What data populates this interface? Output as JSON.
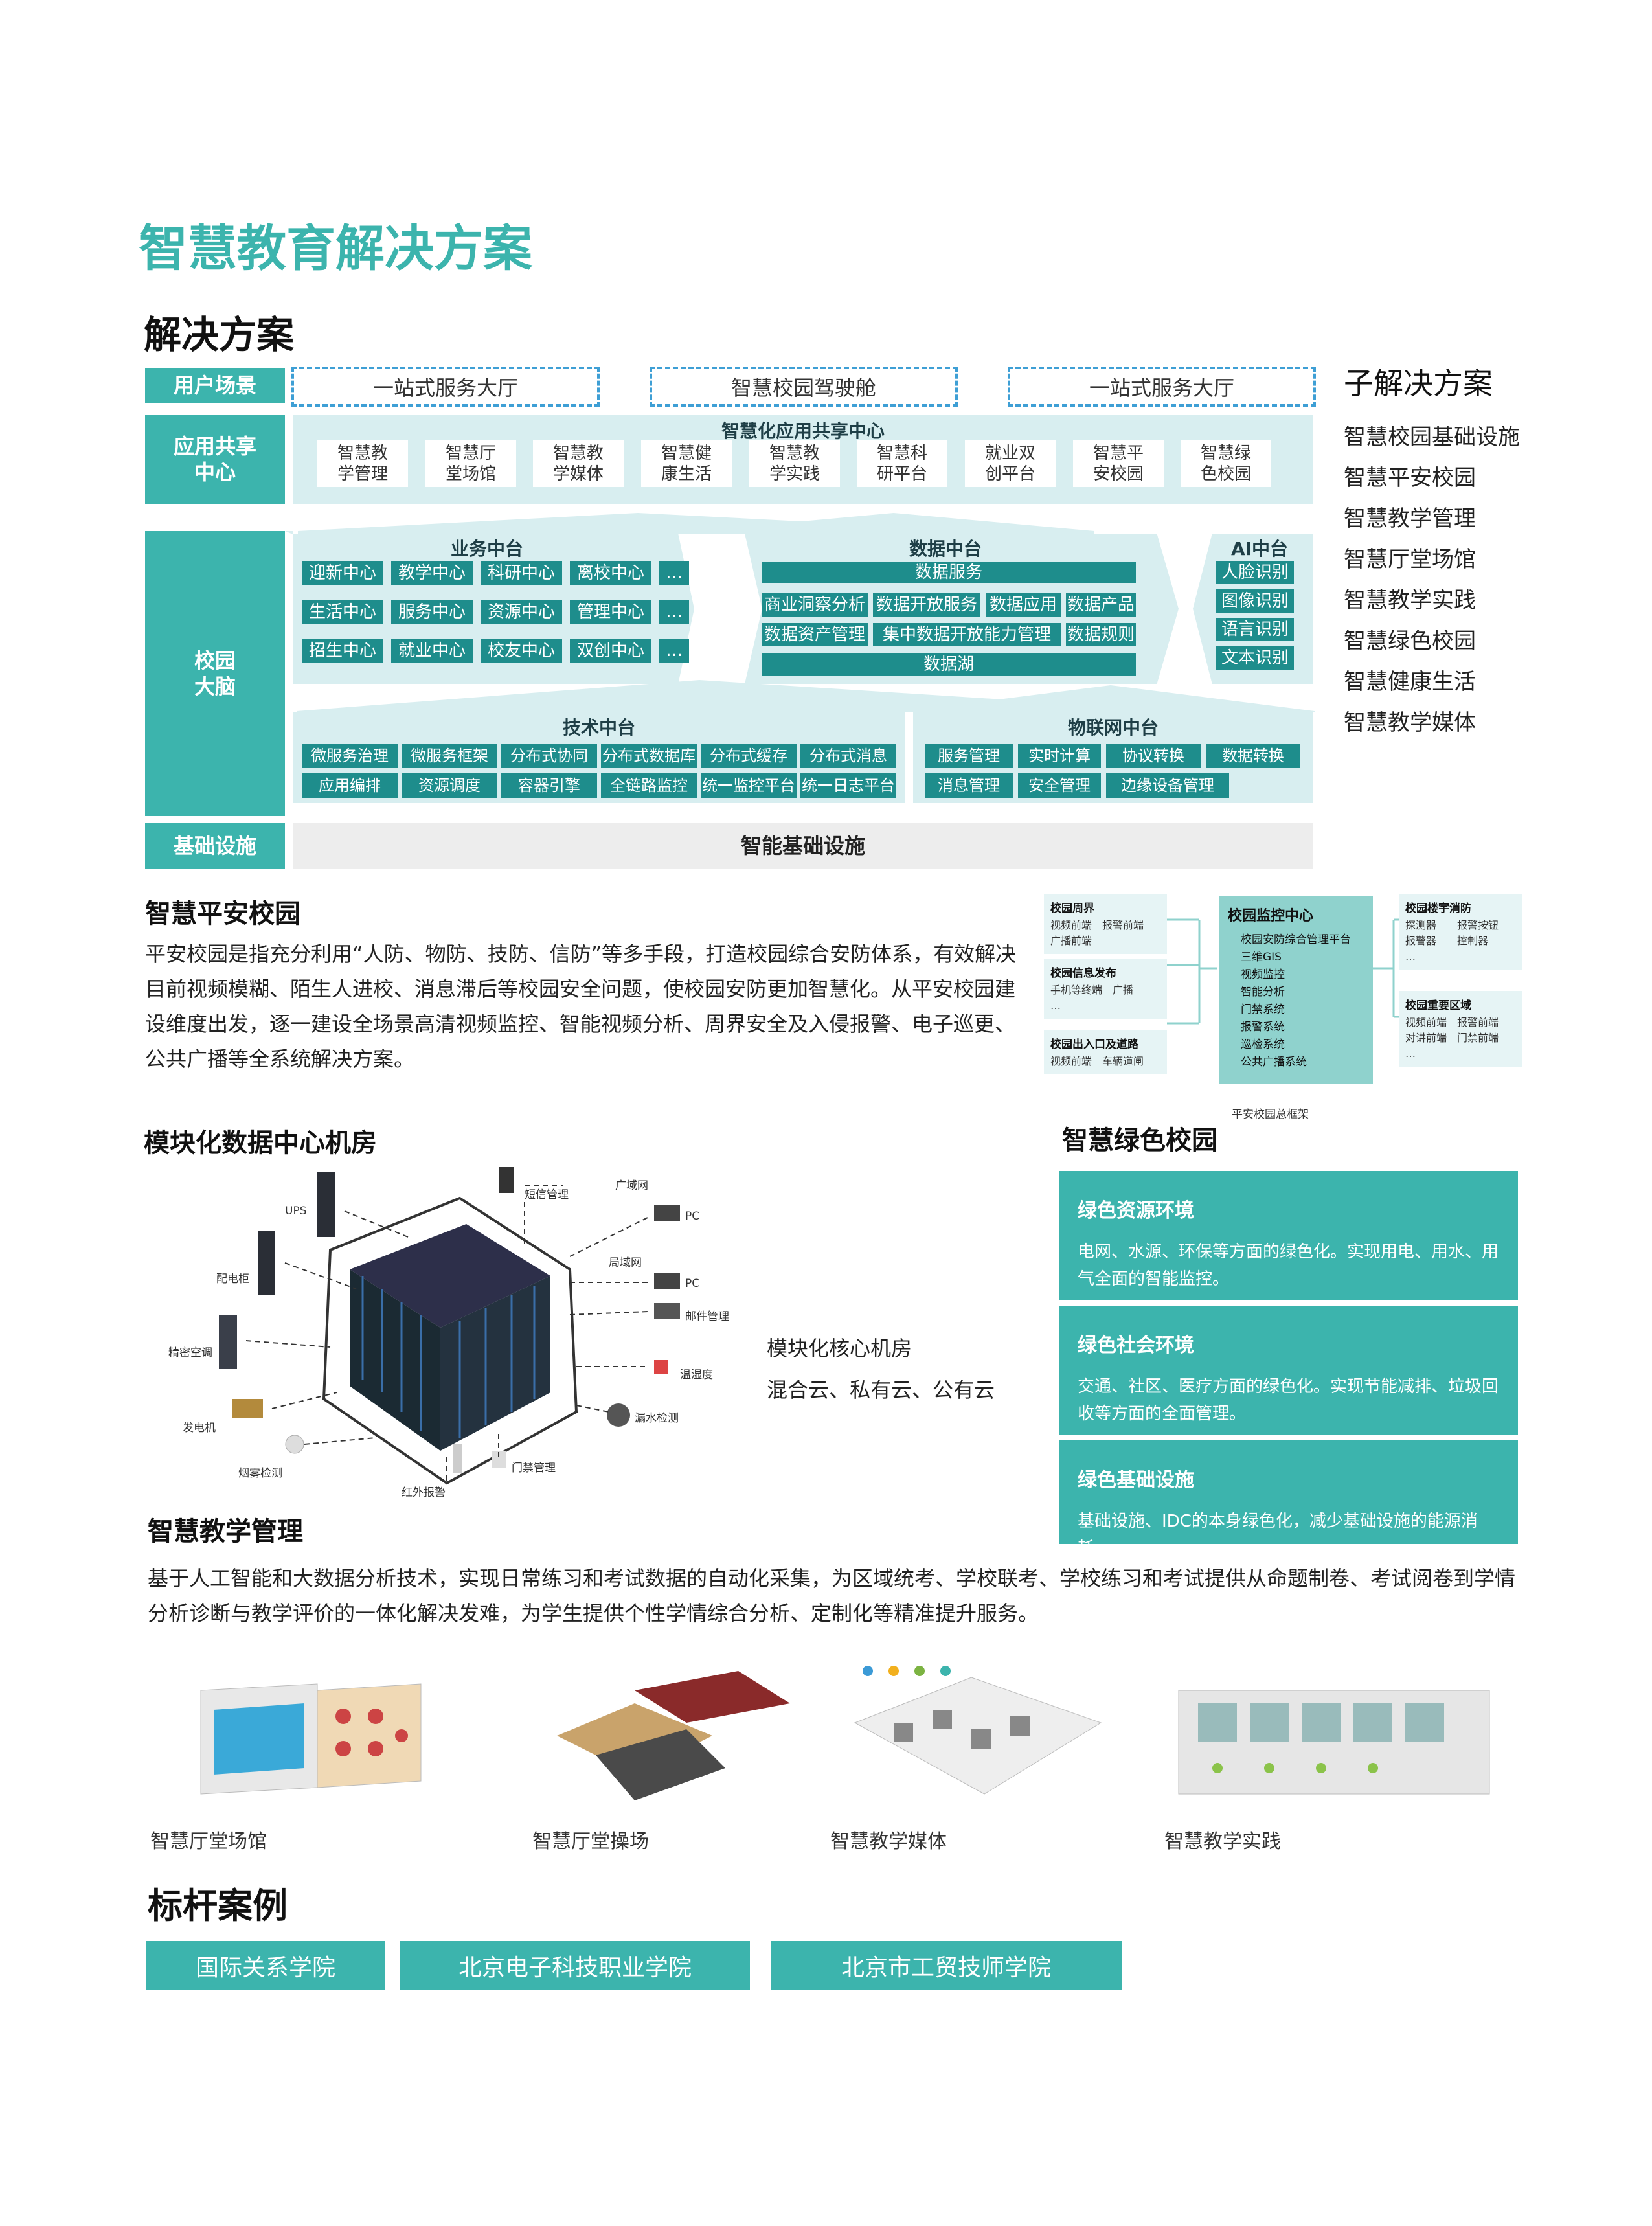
{
  "page_title": "智慧教育解决方案",
  "solution_heading": "解决方案",
  "arch": {
    "row_user": {
      "tag": "用户场景",
      "items": [
        "一站式服务大厅",
        "智慧校园驾驶舱",
        "一站式服务大厅"
      ]
    },
    "row_app": {
      "tag": "应用共享中心",
      "title": "智慧化应用共享中心",
      "items": [
        "智慧教学管理",
        "智慧厅堂场馆",
        "智慧教学媒体",
        "智慧健康生活",
        "智慧教学实践",
        "智慧科研平台",
        "就业双创平台",
        "智慧平安校园",
        "智慧绿色校园"
      ]
    },
    "brain_tag": "校园大脑",
    "business": {
      "title": "业务中台",
      "items": [
        "迎新中心",
        "教学中心",
        "科研中心",
        "离校中心",
        "…",
        "生活中心",
        "服务中心",
        "资源中心",
        "管理中心",
        "…",
        "招生中心",
        "就业中心",
        "校友中心",
        "双创中心",
        "…"
      ]
    },
    "data": {
      "title": "数据中台",
      "service": "数据服务",
      "items": [
        "商业洞察分析",
        "数据开放服务",
        "数据应用",
        "数据产品",
        "数据资产管理",
        "集中数据开放能力管理",
        "数据规则"
      ],
      "lake": "数据湖"
    },
    "ai": {
      "title": "AI中台",
      "items": [
        "人脸识别",
        "图像识别",
        "语言识别",
        "文本识别"
      ]
    },
    "tech": {
      "title": "技术中台",
      "items": [
        "微服务治理",
        "微服务框架",
        "分布式协同",
        "分布式数据库",
        "分布式缓存",
        "分布式消息",
        "应用编排",
        "资源调度",
        "容器引擎",
        "全链路监控",
        "统一监控平台",
        "统一日志平台"
      ]
    },
    "iot": {
      "title": "物联网中台",
      "items": [
        "服务管理",
        "实时计算",
        "协议转换",
        "数据转换",
        "消息管理",
        "安全管理",
        "边缘设备管理"
      ]
    },
    "infra": {
      "tag": "基础设施",
      "title": "智能基础设施"
    }
  },
  "sub_solutions": {
    "heading": "子解决方案",
    "items": [
      "智慧校园基础设施",
      "智慧平安校园",
      "智慧教学管理",
      "智慧厅堂场馆",
      "智慧教学实践",
      "智慧绿色校园",
      "智慧健康生活",
      "智慧教学媒体"
    ]
  },
  "safe_campus": {
    "heading": "智慧平安校园",
    "body": "平安校园是指充分利用“人防、物防、技防、信防”等多手段，打造校园综合安防体系，有效解决目前视频模糊、陌生人进校、消息滞后等校园安全问题，使校园安防更加智慧化。从平安校园建设维度出发，逐一建设全场景高清视频监控、智能视频分析、周界安全及入侵报警、电子巡更、公共广播等全系统解决方案。",
    "diagram": {
      "caption": "平安校园总框架",
      "center_title": "校园监控中心",
      "center_items": [
        "校园安防综合管理平台",
        "三维GIS",
        "视频监控",
        "智能分析",
        "门禁系统",
        "报警系统",
        "巡检系统",
        "公共广播系统"
      ],
      "boxes": [
        {
          "title": "校园周界",
          "lines": [
            "视频前端　报警前端",
            "广播前端"
          ]
        },
        {
          "title": "校园信息发布",
          "lines": [
            "手机等终端　广播",
            "…"
          ]
        },
        {
          "title": "校园出入口及道路",
          "lines": [
            "视频前端　车辆道闸"
          ]
        },
        {
          "title": "校园楼宇消防",
          "lines": [
            "探测器　　报警按钮",
            "报警器　　控制器",
            "…"
          ]
        },
        {
          "title": "校园重要区域",
          "lines": [
            "视频前端　报警前端",
            "对讲前端　门禁前端",
            "…"
          ]
        }
      ]
    }
  },
  "datacenter": {
    "heading": "模块化数据中心机房",
    "side_text": [
      "模块化核心机房",
      "混合云、私有云、公有云"
    ],
    "labels": [
      "UPS",
      "配电柜",
      "精密空调",
      "发电机",
      "烟雾检测",
      "红外报警",
      "门禁管理",
      "漏水检测",
      "温湿度",
      "邮件管理",
      "PC",
      "局域网",
      "PC",
      "广域网",
      "短信管理"
    ]
  },
  "green_campus": {
    "heading": "智慧绿色校园",
    "cards": [
      {
        "title": "绿色资源环境",
        "desc": "电网、水源、环保等方面的绿色化。实现用电、用水、用气全面的智能监控。"
      },
      {
        "title": "绿色社会环境",
        "desc": "交通、社区、医疗方面的绿色化。实现节能减排、垃圾回收等方面的全面管理。"
      },
      {
        "title": "绿色基础设施",
        "desc": "基础设施、IDC的本身绿色化，减少基础设施的能源消耗。"
      }
    ]
  },
  "teaching": {
    "heading": "智慧教学管理",
    "body": "基于人工智能和大数据分析技术，实现日常练习和考试数据的自动化采集，为区域统考、学校联考、学校练习和考试提供从命题制卷、考试阅卷到学情分析诊断与教学评价的一体化解决发难，为学生提供个性学情综合分析、定制化等精准提升服务。",
    "images": [
      "智慧厅堂场馆",
      "智慧厅堂操场",
      "智慧教学媒体",
      "智慧教学实践"
    ]
  },
  "cases": {
    "heading": "标杆案例",
    "items": [
      "国际关系学院",
      "北京电子科技职业学院",
      "北京市工贸技师学院"
    ]
  },
  "colors": {
    "teal": "#3cb4ad",
    "dark_teal": "#1e8d8c",
    "panel": "#d8eef0",
    "title_teal": "#3cb4ad"
  }
}
